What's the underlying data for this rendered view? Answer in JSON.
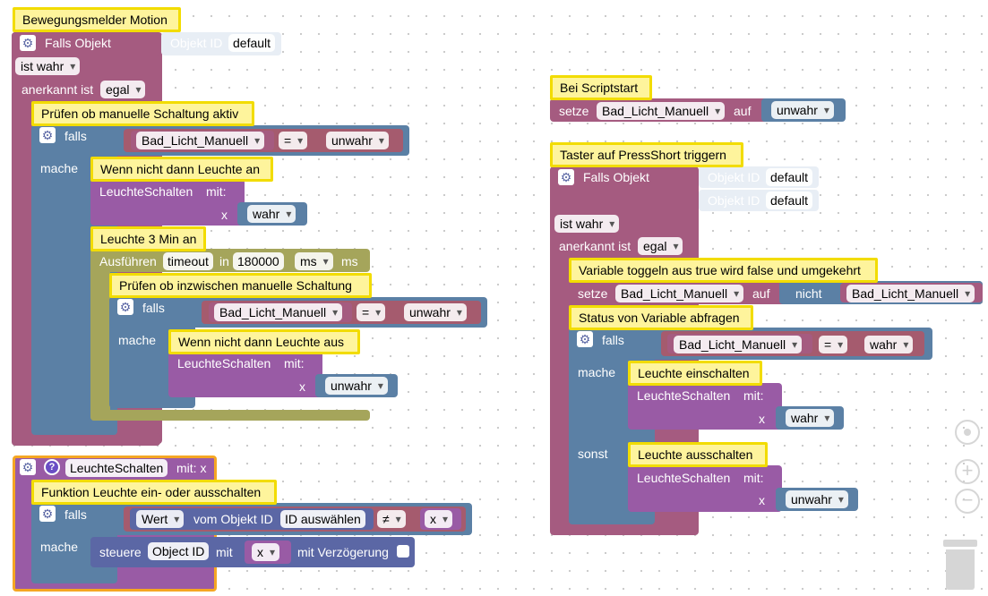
{
  "motion": {
    "comment": "Bewegungsmelder Motion",
    "trigger_label": "Falls Objekt",
    "object_id_label": "Objekt ID",
    "object_id_value": "default",
    "condition": "ist wahr",
    "ack_label": "anerkannt ist",
    "ack_value": "egal",
    "check_comment": "Prüfen ob manuelle Schaltung aktiv",
    "if_label": "falls",
    "do_label": "mache",
    "var_name": "Bad_Licht_Manuell",
    "op_equals": "=",
    "false_value": "unwahr",
    "true_value": "wahr",
    "on_comment": "Wenn nicht dann Leuchte an",
    "func_call": "LeuchteSchalten",
    "func_with": "mit:",
    "param_x": "x",
    "timer_comment": "Leuchte 3 Min an",
    "timer_exec": "Ausführen",
    "timer_var": "timeout",
    "timer_in": "in",
    "timer_value": "180000",
    "timer_unit": "ms",
    "timer_ms": "ms",
    "check2_comment": "Prüfen ob inzwischen manuelle Schaltung",
    "off_comment": "Wenn nicht dann Leuchte aus"
  },
  "func": {
    "name": "LeuchteSchalten",
    "params": "mit: x",
    "comment": "Funktion Leuchte ein- oder ausschalten",
    "if_label": "falls",
    "value_dd": "Wert",
    "from_object": "vom Objekt ID",
    "id_select": "ID auswählen",
    "op_neq": "≠",
    "var_x": "x",
    "do_label": "mache",
    "control": "steuere",
    "object_id": "Object ID",
    "with": "mit",
    "delay": "mit Verzögerung"
  },
  "start": {
    "comment": "Bei Scriptstart",
    "set": "setze",
    "var": "Bad_Licht_Manuell",
    "to": "auf",
    "value": "unwahr"
  },
  "taster": {
    "comment": "Taster auf PressShort triggern",
    "trigger_label": "Falls Objekt",
    "object_id_label": "Objekt ID",
    "object_id_value1": "default",
    "object_id_value2": "default",
    "condition": "ist wahr",
    "ack_label": "anerkannt ist",
    "ack_value": "egal",
    "toggle_comment": "Variable toggeln aus true wird false und umgekehrt",
    "set": "setze",
    "var": "Bad_Licht_Manuell",
    "to": "auf",
    "not": "nicht",
    "status_comment": "Status von Variable abfragen",
    "if_label": "falls",
    "op_equals": "=",
    "true_value": "wahr",
    "false_value": "unwahr",
    "do_label": "mache",
    "else_label": "sonst",
    "on_comment": "Leuchte einschalten",
    "off_comment": "Leuchte ausschalten",
    "func_call": "LeuchteSchalten",
    "func_with": "mit:",
    "param_x": "x"
  },
  "workspace": {
    "zoom_in": "+",
    "zoom_out": "−"
  }
}
